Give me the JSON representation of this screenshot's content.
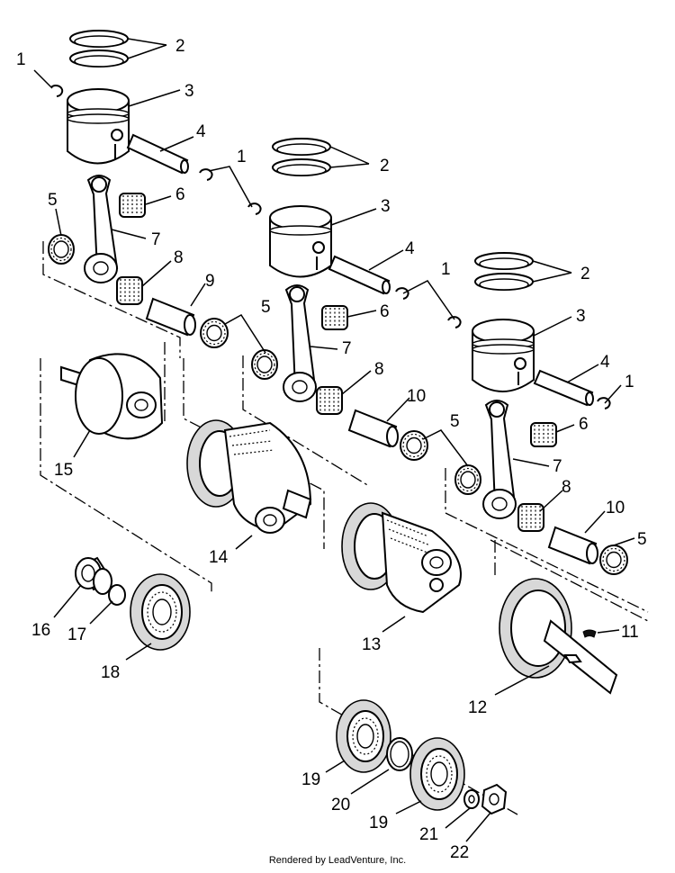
{
  "callouts": {
    "c1a": "1",
    "c1b": "1",
    "c1c": "1",
    "c1d": "1",
    "c2a": "2",
    "c2b": "2",
    "c2c": "2",
    "c3a": "3",
    "c3b": "3",
    "c3c": "3",
    "c4a": "4",
    "c4b": "4",
    "c4c": "4",
    "c5a": "5",
    "c5b": "5",
    "c5c": "5",
    "c5d": "5",
    "c6a": "6",
    "c6b": "6",
    "c6c": "6",
    "c7a": "7",
    "c7b": "7",
    "c7c": "7",
    "c8a": "8",
    "c8b": "8",
    "c8c": "8",
    "c9": "9",
    "c10a": "10",
    "c10b": "10",
    "c11": "11",
    "c12": "12",
    "c13": "13",
    "c14": "14",
    "c15": "15",
    "c16": "16",
    "c17": "17",
    "c18": "18",
    "c19a": "19",
    "c19b": "19",
    "c20": "20",
    "c21": "21",
    "c22": "22"
  },
  "footer": "Rendered by LeadVenture, Inc."
}
